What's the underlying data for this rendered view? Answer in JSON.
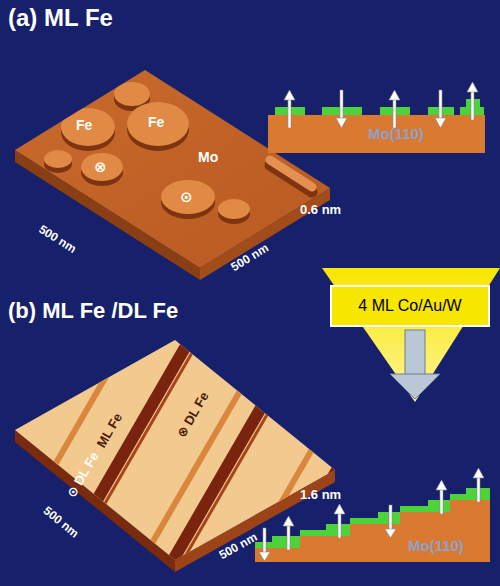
{
  "diagram": {
    "nodes": [
      {
        "text": [
          "4 ML Co/Au/W"
        ]
      }
    ],
    "labels": [
      "(a) ML Fe",
      "Fe",
      "Fe",
      "Mo",
      "⊗",
      "⊙",
      "0.6 nm",
      "500 nm",
      "500 nm",
      "Mo(110)",
      "(b) ML Fe /DL Fe",
      "ML Fe",
      "⊗ DL Fe",
      "⊙ DL Fe",
      "1.6 nm",
      "500 nm",
      "500 nm",
      "Mo(110)"
    ]
  }
}
